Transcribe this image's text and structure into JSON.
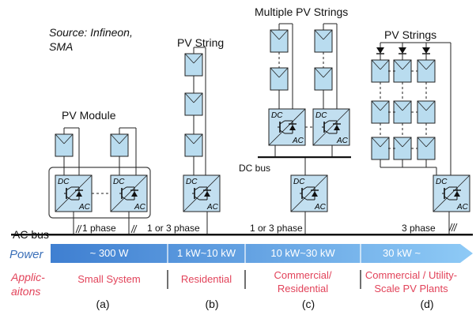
{
  "source": "Source: Infineon,\nSMA",
  "topology_labels": {
    "pv_module": "PV Module",
    "pv_string": "PV String",
    "multiple_pv_strings": "Multiple PV Strings",
    "pv_strings": "PV Strings"
  },
  "converter": {
    "dc": "DC",
    "ac": "AC"
  },
  "dc_bus_label": "DC bus",
  "ac_bus_label": "AC bus",
  "phase_labels": {
    "a": "1 phase",
    "b": "1 or 3 phase",
    "c": "1 or 3 phase",
    "d": "3 phase"
  },
  "power_row_label": "Power",
  "power_ranges": [
    "~ 300 W",
    "1 kW~10 kW",
    "10 kW~30 kW",
    "30 kW ~"
  ],
  "applications_label": "Applic-\naitons",
  "applications": [
    "Small System",
    "Residential",
    "Commercial/\nResidential",
    "Commercial / Utility-\nScale PV Plants"
  ],
  "panel_letters": [
    "(a)",
    "(b)",
    "(c)",
    "(d)"
  ],
  "colors": {
    "bar_start": "#3f7fd1",
    "bar_end": "#8ecaf6",
    "application_text": "#e2435a",
    "power_text": "#3a6fb8"
  }
}
